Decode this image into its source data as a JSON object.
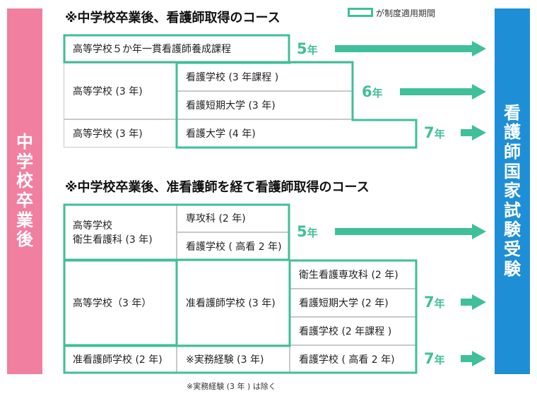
{
  "left_bar": {
    "text": "中学校卒業後",
    "color": "#f07fa0"
  },
  "right_bar": {
    "text": "看護師国家試験受験",
    "color": "#1e8fd6"
  },
  "accent_color": "#3fbf9a",
  "legend": {
    "text": "が制度適用期間"
  },
  "section1": {
    "title": "※中学校卒業後、看護師取得のコース",
    "cells": [
      "高等学校５か年一貫看護師養成課程",
      "高等学校 (3 年)",
      "看護学校 (3 年課程 )",
      "看護短期大学 (3 年)",
      "高等学校 (3 年)",
      "看護大学 (4 年)"
    ],
    "years": [
      {
        "num": "5",
        "unit": "年"
      },
      {
        "num": "6",
        "unit": "年"
      },
      {
        "num": "7",
        "unit": "年"
      }
    ]
  },
  "section2": {
    "title": "※中学校卒業後、准看護師を経て看護師取得のコース",
    "cells": [
      "高等学校",
      "衛生看護科 (3 年)",
      "専攻科 (2 年)",
      "看護学校 ( 高看 2 年)",
      "高等学校（3 年）",
      "准看護師学校 (3 年)",
      "衛生看護専攻科 (2 年)",
      "看護短期大学 (2 年)",
      "看護学校 (2 年課程 )",
      "准看護師学校 (2 年)",
      "※実務経験 (3 年)",
      "看護学校 ( 高看 2 年)"
    ],
    "years": [
      {
        "num": "5",
        "unit": "年"
      },
      {
        "num": "7",
        "unit": "年"
      },
      {
        "num": "7",
        "unit": "年"
      }
    ]
  },
  "footnote": "※実務経験 (3 年 ) は除く"
}
